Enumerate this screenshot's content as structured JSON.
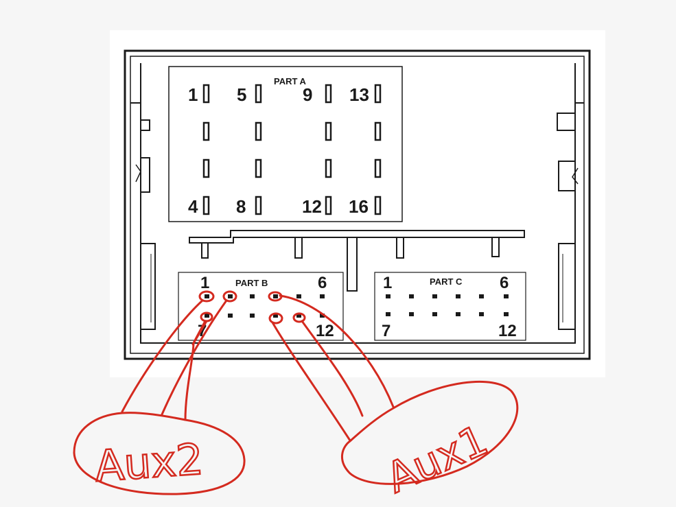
{
  "part_a": {
    "label": "PART A",
    "pin_labels": [
      "1",
      "5",
      "9",
      "13",
      "4",
      "8",
      "12",
      "16"
    ]
  },
  "part_b": {
    "label": "PART B",
    "pin_labels": [
      "1",
      "6",
      "7",
      "12"
    ]
  },
  "part_c": {
    "label": "PART C",
    "pin_labels": [
      "1",
      "6",
      "7",
      "12"
    ]
  },
  "annotations": {
    "aux2": "Aux2",
    "aux1": "Aux1"
  },
  "colors": {
    "annotation": "#d42a1f",
    "drawing": "#1a1a1a",
    "background": "#ffffff"
  }
}
